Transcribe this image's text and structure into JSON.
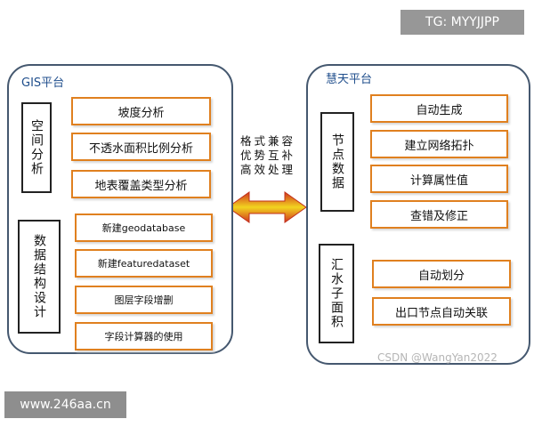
{
  "watermarks": {
    "top": "TG: MYYJJPP",
    "bottom": "www.246aa.cn",
    "csdn": "CSDN @WangYan2022"
  },
  "left": {
    "title": "GIS平台",
    "groups": [
      {
        "label": "空间分析",
        "items": [
          "坡度分析",
          "不透水面积比例分析",
          "地表覆盖类型分析"
        ]
      },
      {
        "label": "数据结构设计",
        "items": [
          "新建geodatabase",
          "新建featuredataset",
          "图层字段增删",
          "字段计算器的使用"
        ]
      }
    ]
  },
  "right": {
    "title": "慧天平台",
    "groups": [
      {
        "label": "节点数据",
        "items": [
          "自动生成",
          "建立网络拓扑",
          "计算属性值",
          "查错及修正"
        ]
      },
      {
        "label": "汇水子面积",
        "items": [
          "自动划分",
          "出口节点自动关联"
        ]
      }
    ]
  },
  "center": {
    "lines": [
      "格式兼容",
      "优势互补",
      "高效处理"
    ]
  },
  "colors": {
    "panel_border": "#45586f",
    "item_border": "#e0801f",
    "title_text": "#1f4e8c",
    "arrow_inner": "#f2d41f",
    "arrow_outer": "#d2361e"
  }
}
